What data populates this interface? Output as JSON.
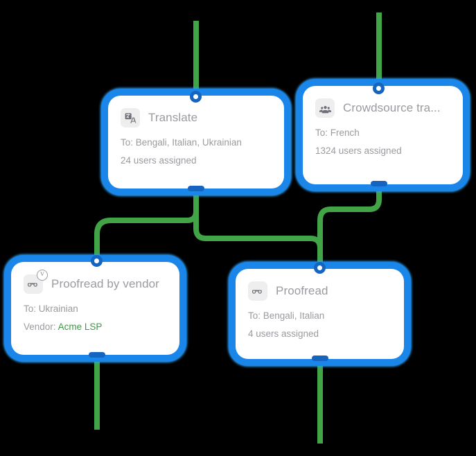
{
  "canvas": {
    "background": "#000000",
    "edge_color": "#41a548",
    "selection_glow_color": "#1a86ea",
    "port_color": "#1564c0",
    "card_background": "#ffffff",
    "text_color": "#9a9aa0",
    "link_color": "#3d9a44"
  },
  "nodes": [
    {
      "id": "translate",
      "icon": "translate-icon",
      "title": "Translate",
      "lines": [
        "To: Bengali, Italian, Ukrainian",
        "24 users assigned"
      ],
      "selected": true
    },
    {
      "id": "crowdsource-translate",
      "icon": "groups-icon",
      "title": "Crowdsource tra...",
      "lines": [
        "To: French",
        "1324 users assigned"
      ],
      "selected": true
    },
    {
      "id": "proofread-by-vendor",
      "icon": "glasses-vendor-icon",
      "title": "Proofread by vendor",
      "lines": [
        "To: Ukrainian"
      ],
      "vendor_label": "Vendor:",
      "vendor_name": "Acme LSP",
      "selected": true
    },
    {
      "id": "proofread",
      "icon": "glasses-icon",
      "title": "Proofread",
      "lines": [
        "To: Bengali, Italian",
        "4 users assigned"
      ],
      "selected": true
    }
  ],
  "edges": [
    {
      "from": "upstream-top",
      "to": "translate-input"
    },
    {
      "from": "upstream-top",
      "to": "crowdsource-translate-input"
    },
    {
      "from": "translate-output",
      "to": "proofread-by-vendor-input"
    },
    {
      "from": "translate-output",
      "to": "proofread-input"
    },
    {
      "from": "crowdsource-translate-output",
      "to": "proofread-input"
    },
    {
      "from": "proofread-by-vendor-output",
      "to": "downstream-bottom"
    },
    {
      "from": "proofread-output",
      "to": "downstream-bottom"
    }
  ],
  "vendor_badge_letter": "V"
}
